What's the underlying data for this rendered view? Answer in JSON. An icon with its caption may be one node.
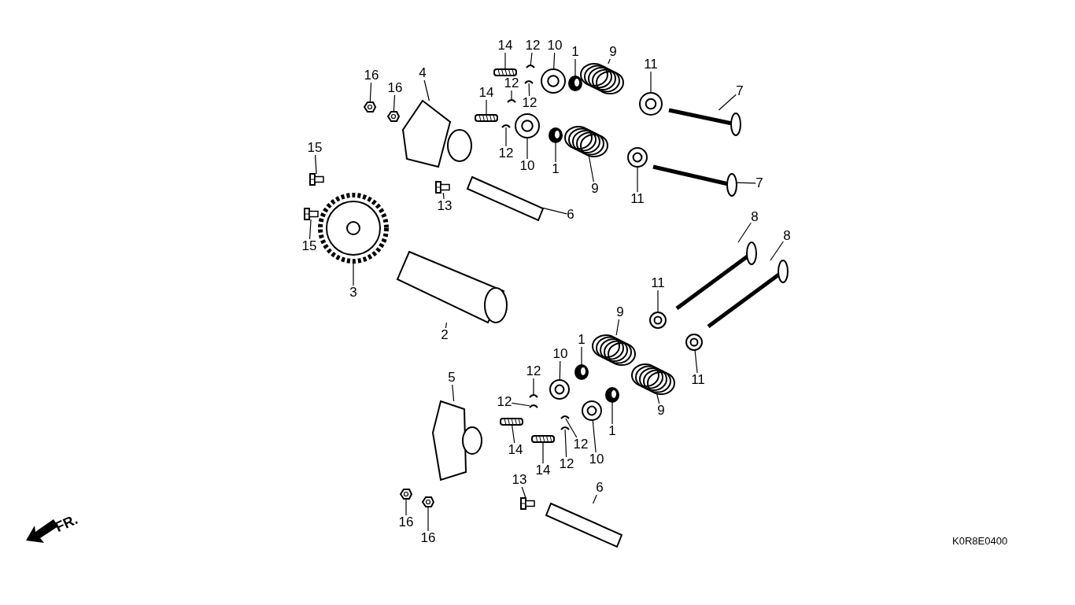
{
  "diagram": {
    "nodes": [
      {
        "text": [
          "14"
        ]
      },
      {
        "text": [
          "12"
        ]
      },
      {
        "text": [
          "10"
        ]
      },
      {
        "text": [
          "1"
        ]
      },
      {
        "text": [
          "9"
        ]
      },
      {
        "text": [
          "11"
        ]
      },
      {
        "text": [
          "7"
        ]
      },
      {
        "text": [
          "16"
        ]
      },
      {
        "text": [
          "16"
        ]
      },
      {
        "text": [
          "4"
        ]
      },
      {
        "text": [
          "14"
        ]
      },
      {
        "text": [
          "12"
        ]
      },
      {
        "text": [
          "12"
        ]
      },
      {
        "text": [
          "12"
        ]
      },
      {
        "text": [
          "10"
        ]
      },
      {
        "text": [
          "1"
        ]
      },
      {
        "text": [
          "9"
        ]
      },
      {
        "text": [
          "11"
        ]
      },
      {
        "text": [
          "7"
        ]
      },
      {
        "text": [
          "15"
        ]
      },
      {
        "text": [
          "13"
        ]
      },
      {
        "text": [
          "6"
        ]
      },
      {
        "text": [
          "15"
        ]
      },
      {
        "text": [
          "3"
        ]
      },
      {
        "text": [
          "2"
        ]
      },
      {
        "text": [
          "8"
        ]
      },
      {
        "text": [
          "8"
        ]
      },
      {
        "text": [
          "11"
        ]
      },
      {
        "text": [
          "9"
        ]
      },
      {
        "text": [
          "11"
        ]
      },
      {
        "text": [
          "1"
        ]
      },
      {
        "text": [
          "10"
        ]
      },
      {
        "text": [
          "12"
        ]
      },
      {
        "text": [
          "9"
        ]
      },
      {
        "text": [
          "12"
        ]
      },
      {
        "text": [
          "1"
        ]
      },
      {
        "text": [
          "5"
        ]
      },
      {
        "text": [
          "14"
        ]
      },
      {
        "text": [
          "12"
        ]
      },
      {
        "text": [
          "14"
        ]
      },
      {
        "text": [
          "12"
        ]
      },
      {
        "text": [
          "10"
        ]
      },
      {
        "text": [
          "13"
        ]
      },
      {
        "text": [
          "6"
        ]
      },
      {
        "text": [
          "16"
        ]
      },
      {
        "text": [
          "16"
        ]
      },
      {
        "text": [],
        "shape": "picture"
      },
      {
        "text": [],
        "shape": "picture"
      },
      {
        "text": [],
        "shape": "picture"
      },
      {
        "text": [],
        "shape": "picture"
      },
      {
        "text": [],
        "shape": "picture"
      },
      {
        "text": [],
        "shape": "picture"
      },
      {
        "text": [],
        "shape": "picture"
      },
      {
        "text": [],
        "shape": "picture"
      },
      {
        "text": [],
        "shape": "picture"
      },
      {
        "text": [],
        "shape": "picture"
      },
      {
        "text": [],
        "shape": "picture"
      },
      {
        "text": [],
        "shape": "picture"
      },
      {
        "text": [],
        "shape": "picture"
      },
      {
        "text": [],
        "shape": "picture"
      },
      {
        "text": [],
        "shape": "picture"
      },
      {
        "text": [],
        "shape": "picture"
      },
      {
        "text": [],
        "shape": "picture"
      },
      {
        "text": [],
        "shape": "picture"
      },
      {
        "text": [],
        "shape": "picture"
      },
      {
        "text": [],
        "shape": "picture"
      },
      {
        "text": [],
        "shape": "picture"
      },
      {
        "text": [],
        "shape": "picture"
      },
      {
        "text": [],
        "shape": "picture"
      },
      {
        "text": [],
        "shape": "picture"
      },
      {
        "text": [],
        "shape": "picture"
      },
      {
        "text": [],
        "shape": "picture"
      },
      {
        "text": [],
        "shape": "picture"
      },
      {
        "text": [],
        "shape": "picture"
      },
      {
        "text": [],
        "shape": "picture"
      },
      {
        "text": [],
        "shape": "picture"
      },
      {
        "text": [],
        "shape": "picture"
      },
      {
        "text": [],
        "shape": "picture"
      },
      {
        "text": [],
        "shape": "picture"
      },
      {
        "text": [],
        "shape": "picture"
      },
      {
        "text": [],
        "shape": "picture"
      },
      {
        "text": [],
        "shape": "picture"
      },
      {
        "text": [],
        "shape": "picture"
      },
      {
        "text": [],
        "shape": "picture"
      },
      {
        "text": [],
        "shape": "picture"
      },
      {
        "text": [],
        "shape": "picture"
      },
      {
        "text": [],
        "shape": "picture"
      },
      {
        "text": [],
        "shape": "picture"
      },
      {
        "text": [],
        "shape": "picture"
      },
      {
        "text": [],
        "shape": "picture"
      },
      {
        "text": [],
        "shape": "picture"
      },
      {
        "text": [],
        "shape": "picture"
      }
    ],
    "edges": [
      {
        "from": 0,
        "to": 46,
        "arrow": "none"
      },
      {
        "from": 1,
        "to": 47,
        "arrow": "none"
      },
      {
        "from": 2,
        "to": 48,
        "arrow": "none"
      },
      {
        "from": 3,
        "to": 49,
        "arrow": "none"
      },
      {
        "from": 4,
        "to": 50,
        "arrow": "none"
      },
      {
        "from": 5,
        "to": 51,
        "arrow": "none"
      },
      {
        "from": 6,
        "to": 52,
        "arrow": "none"
      },
      {
        "from": 7,
        "to": 53,
        "arrow": "none"
      },
      {
        "from": 8,
        "to": 54,
        "arrow": "none"
      },
      {
        "from": 9,
        "to": 55,
        "arrow": "none"
      },
      {
        "from": 10,
        "to": 56,
        "arrow": "none"
      },
      {
        "from": 11,
        "to": 57,
        "arrow": "none"
      },
      {
        "from": 12,
        "to": 58,
        "arrow": "none"
      },
      {
        "from": 13,
        "to": 59,
        "arrow": "none"
      },
      {
        "from": 14,
        "to": 60,
        "arrow": "none"
      },
      {
        "from": 15,
        "to": 61,
        "arrow": "none"
      },
      {
        "from": 16,
        "to": 62,
        "arrow": "none"
      },
      {
        "from": 17,
        "to": 63,
        "arrow": "none"
      },
      {
        "from": 18,
        "to": 64,
        "arrow": "none"
      },
      {
        "from": 19,
        "to": 65,
        "arrow": "none"
      },
      {
        "from": 20,
        "to": 66,
        "arrow": "none"
      },
      {
        "from": 21,
        "to": 67,
        "arrow": "none"
      },
      {
        "from": 22,
        "to": 68,
        "arrow": "none"
      },
      {
        "from": 23,
        "to": 69,
        "arrow": "none"
      },
      {
        "from": 24,
        "to": 70,
        "arrow": "none"
      },
      {
        "from": 25,
        "to": 71,
        "arrow": "none"
      },
      {
        "from": 26,
        "to": 72,
        "arrow": "none"
      },
      {
        "from": 27,
        "to": 73,
        "arrow": "none"
      },
      {
        "from": 28,
        "to": 74,
        "arrow": "none"
      },
      {
        "from": 29,
        "to": 75,
        "arrow": "none"
      },
      {
        "from": 30,
        "to": 76,
        "arrow": "none"
      },
      {
        "from": 31,
        "to": 77,
        "arrow": "none"
      },
      {
        "from": 32,
        "to": 78,
        "arrow": "none"
      },
      {
        "from": 33,
        "to": 79,
        "arrow": "none"
      },
      {
        "from": 34,
        "to": 80,
        "arrow": "none"
      },
      {
        "from": 35,
        "to": 81,
        "arrow": "none"
      },
      {
        "from": 36,
        "to": 82,
        "arrow": "none"
      },
      {
        "from": 37,
        "to": 83,
        "arrow": "none"
      },
      {
        "from": 38,
        "to": 84,
        "arrow": "none"
      },
      {
        "from": 39,
        "to": 85,
        "arrow": "none"
      },
      {
        "from": 40,
        "to": 86,
        "arrow": "none"
      },
      {
        "from": 41,
        "to": 87,
        "arrow": "none"
      },
      {
        "from": 42,
        "to": 88,
        "arrow": "none"
      },
      {
        "from": 43,
        "to": 89,
        "arrow": "none"
      },
      {
        "from": 44,
        "to": 90,
        "arrow": "none"
      },
      {
        "from": 45,
        "to": 91,
        "arrow": "none"
      }
    ],
    "labels": [
      "FR.",
      "K0R8E0400"
    ]
  }
}
